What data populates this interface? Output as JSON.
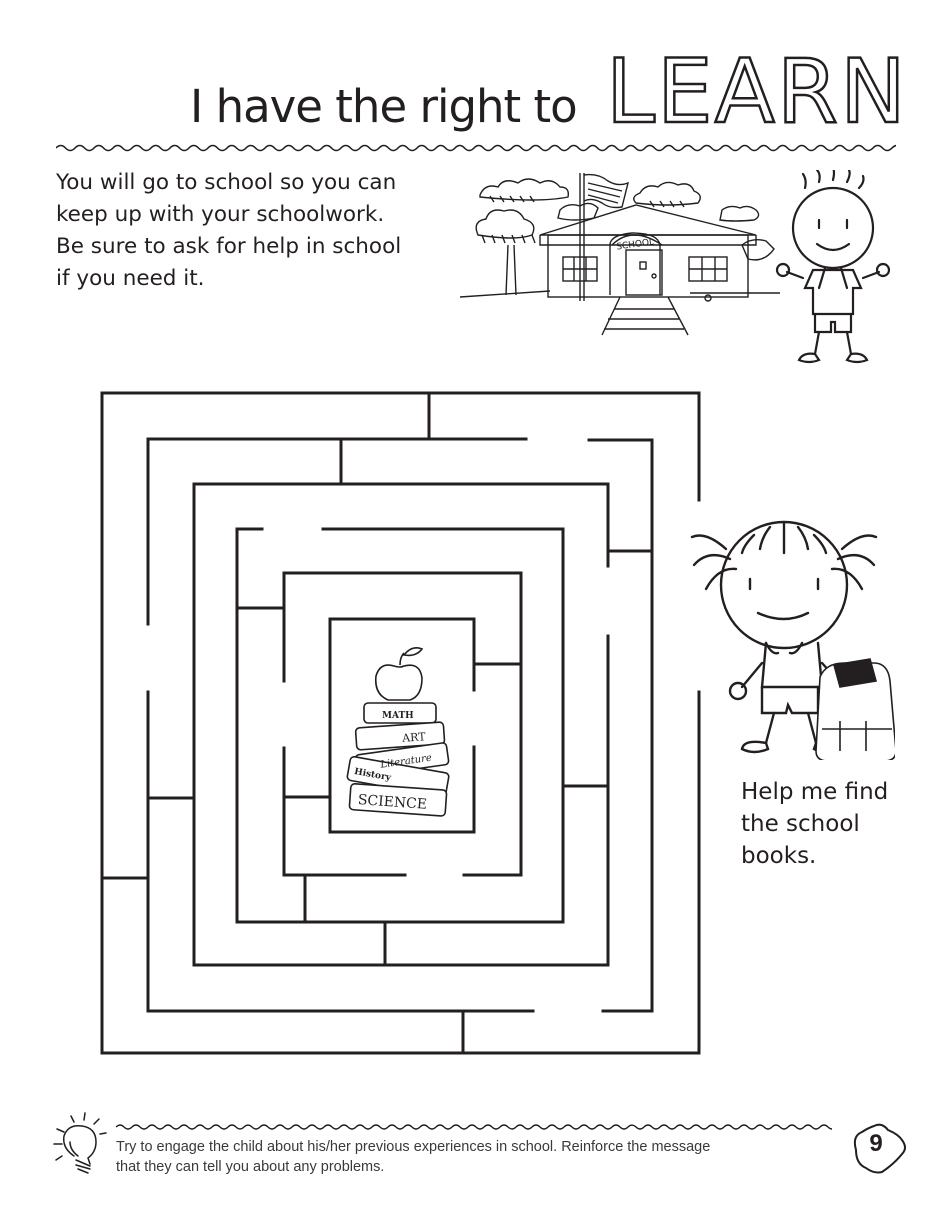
{
  "header": {
    "title_prefix": "I have the right to",
    "title_emphasis": "LEARN"
  },
  "intro": {
    "lines": [
      "You will go to school so you can",
      "keep up with your schoolwork.",
      "Be sure to ask for help in school",
      "if you need it."
    ]
  },
  "illustrations": {
    "school_sign": "SCHOOL",
    "books": [
      "MATH",
      "ART",
      "Literature",
      "History",
      "SCIENCE"
    ]
  },
  "maze": {
    "instruction_lines": [
      "Help me find",
      "the school",
      "books."
    ],
    "stroke_color": "#231f20"
  },
  "footer": {
    "tip_lines": [
      "Try to engage the child about his/her previous experiences in school. Reinforce the message",
      "that they can tell you about any problems."
    ],
    "page_number": "9"
  }
}
